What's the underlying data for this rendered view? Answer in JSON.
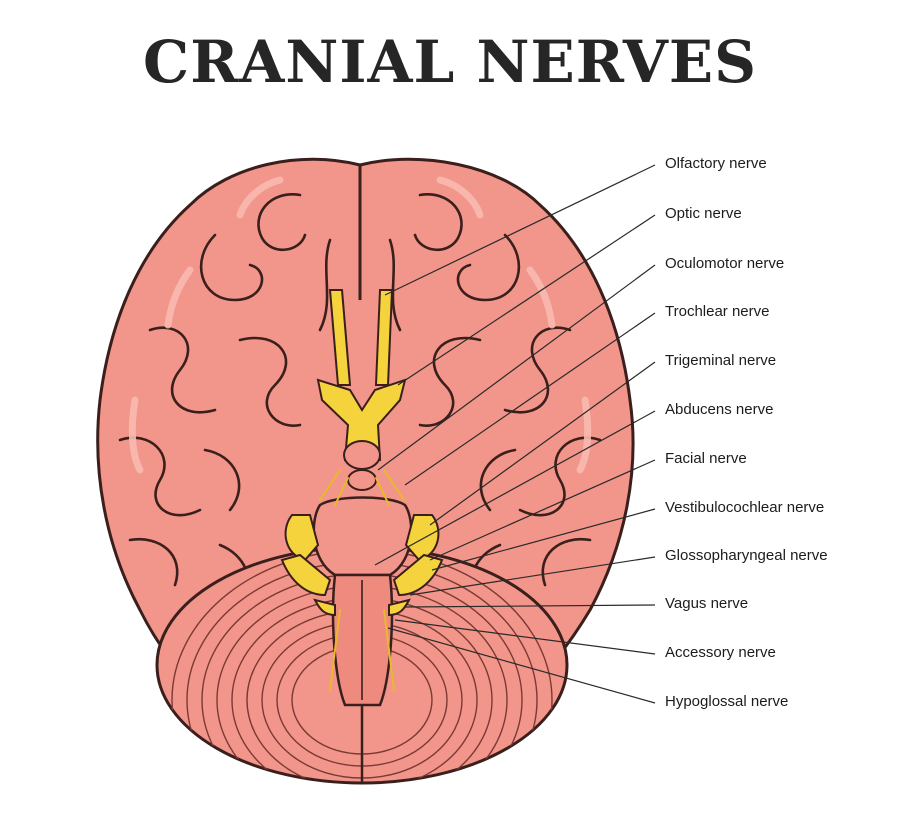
{
  "title": "CRANIAL NERVES",
  "labels": [
    "Olfactory nerve",
    "Optic nerve",
    "Oculomotor nerve",
    "Trochlear nerve",
    "Trigeminal nerve",
    "Abducens nerve",
    "Facial nerve",
    "Vestibulocochlear nerve",
    "Glossopharyngeal nerve",
    "Vagus nerve",
    "Accessory nerve",
    "Hypoglossal nerve"
  ],
  "colors": {
    "brain_fill": "#f2958a",
    "brain_shade": "#e67f74",
    "brain_highlight": "#f8b9b0",
    "outline": "#3a1f1c",
    "nerve": "#f5d33c",
    "nerve_shade": "#e8b92a",
    "leader": "#2a2a2a",
    "title": "#262626"
  }
}
